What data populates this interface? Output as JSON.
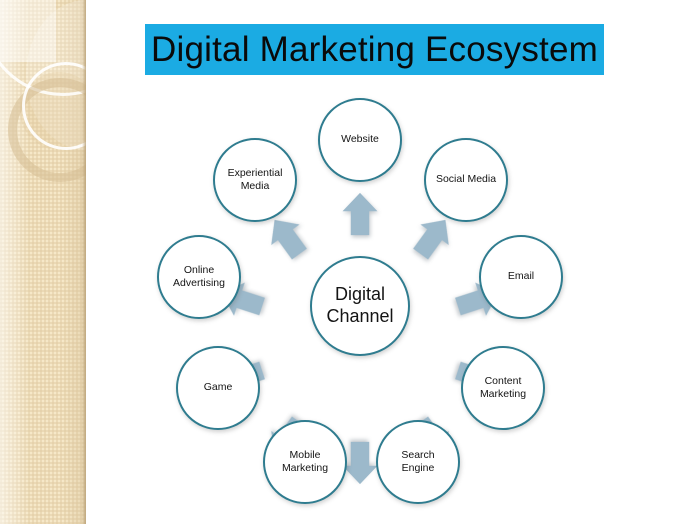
{
  "slide": {
    "title": "Digital Marketing Ecosystem",
    "title_background_color": "#1BABE3",
    "background_color": "#FFFFFF"
  },
  "sidebar": {
    "name": "decorative-sidebar",
    "base_color": "#F6E8C8",
    "accent_color": "#D6BE94"
  },
  "diagram": {
    "type": "hub-and-spoke",
    "node_border_color": "#2F7C8F",
    "arrow_color": "#9CB9CB",
    "center": {
      "label": "Digital Channel",
      "line1": "Digital",
      "line2": "Channel"
    },
    "arrow_count": 10,
    "spokes": [
      {
        "label": "Website",
        "line1": "Website",
        "line2": ""
      },
      {
        "label": "Social Media",
        "line1": "Social Media",
        "line2": ""
      },
      {
        "label": "Email",
        "line1": "Email",
        "line2": ""
      },
      {
        "label": "Content Marketing",
        "line1": "Content",
        "line2": "Marketing"
      },
      {
        "label": "Search Engine",
        "line1": "Search",
        "line2": "Engine"
      },
      {
        "label": "Mobile Marketing",
        "line1": "Mobile",
        "line2": "Marketing"
      },
      {
        "label": "Game",
        "line1": "Game",
        "line2": ""
      },
      {
        "label": "Online Advertising",
        "line1": "Online",
        "line2": "Advertising"
      },
      {
        "label": "Experiential Media",
        "line1": "Experiential",
        "line2": "Media"
      }
    ]
  }
}
